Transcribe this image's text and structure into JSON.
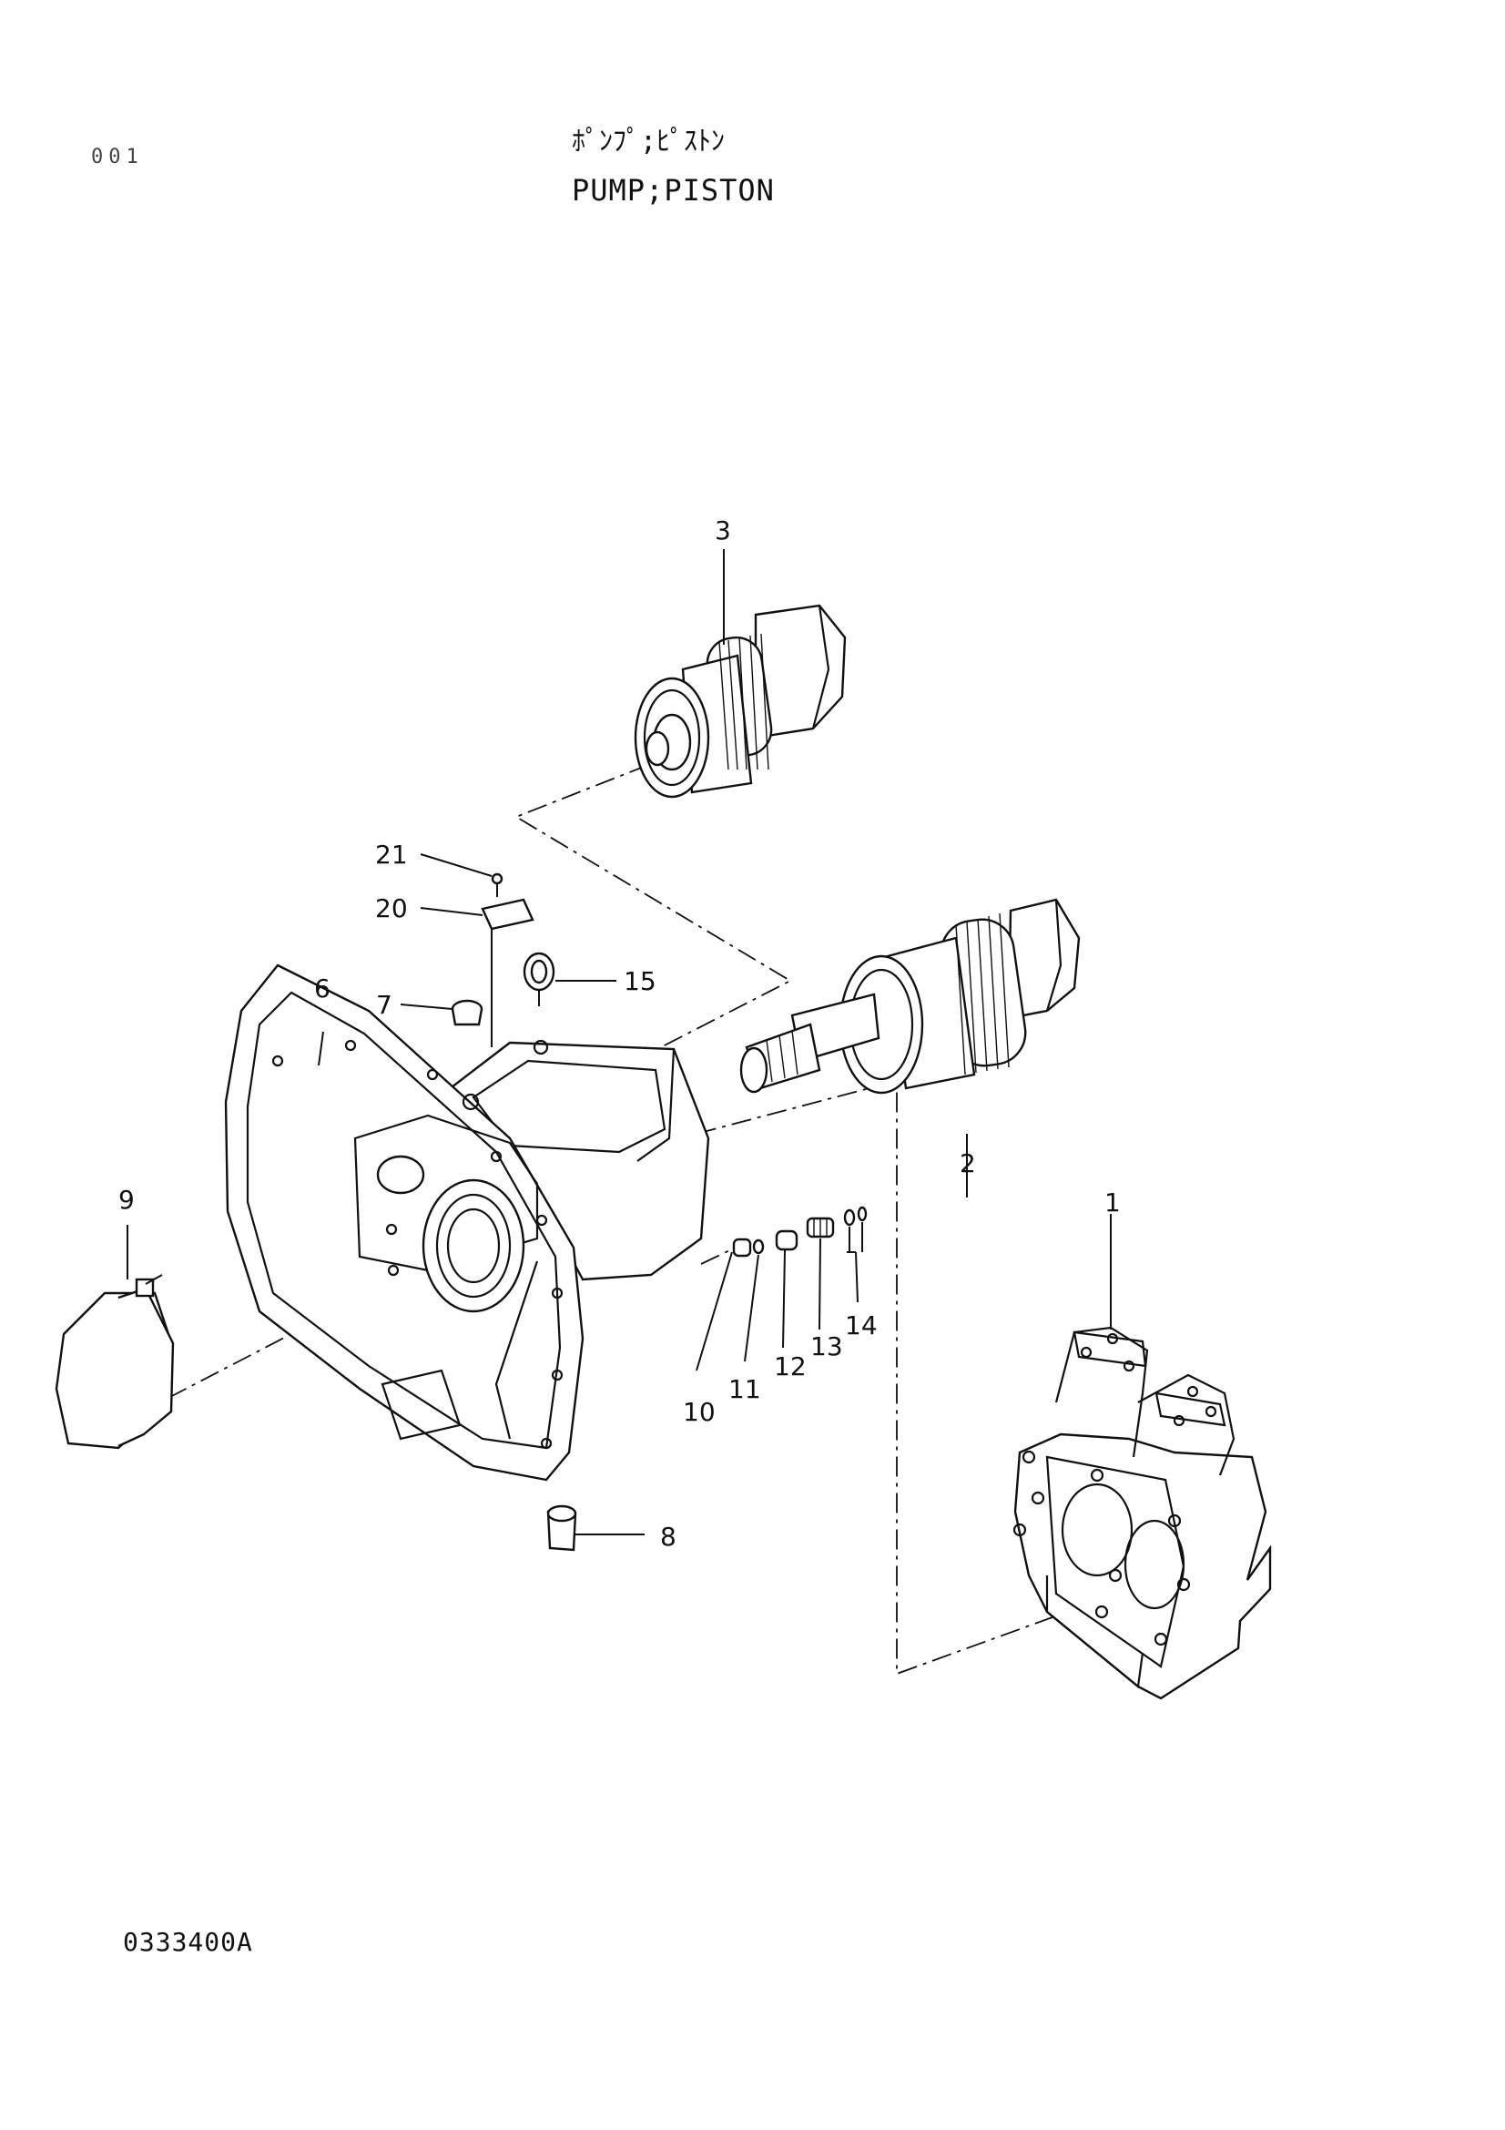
{
  "header": {
    "page_number": "001",
    "title_jp": "ﾎﾟﾝﾌﾟ;ﾋﾟｽﾄﾝ",
    "title_en": "PUMP;PISTON"
  },
  "footer": {
    "drawing_number": "0333400A"
  },
  "callouts": [
    {
      "id": "c1",
      "text": "1"
    },
    {
      "id": "c2",
      "text": "2"
    },
    {
      "id": "c3",
      "text": "3"
    },
    {
      "id": "c6",
      "text": "6"
    },
    {
      "id": "c7",
      "text": "7"
    },
    {
      "id": "c8",
      "text": "8"
    },
    {
      "id": "c9",
      "text": "9"
    },
    {
      "id": "c10",
      "text": "10"
    },
    {
      "id": "c11",
      "text": "11"
    },
    {
      "id": "c12",
      "text": "12"
    },
    {
      "id": "c13",
      "text": "13"
    },
    {
      "id": "c14",
      "text": "14"
    },
    {
      "id": "c15",
      "text": "15"
    },
    {
      "id": "c20",
      "text": "20"
    },
    {
      "id": "c21",
      "text": "21"
    }
  ]
}
